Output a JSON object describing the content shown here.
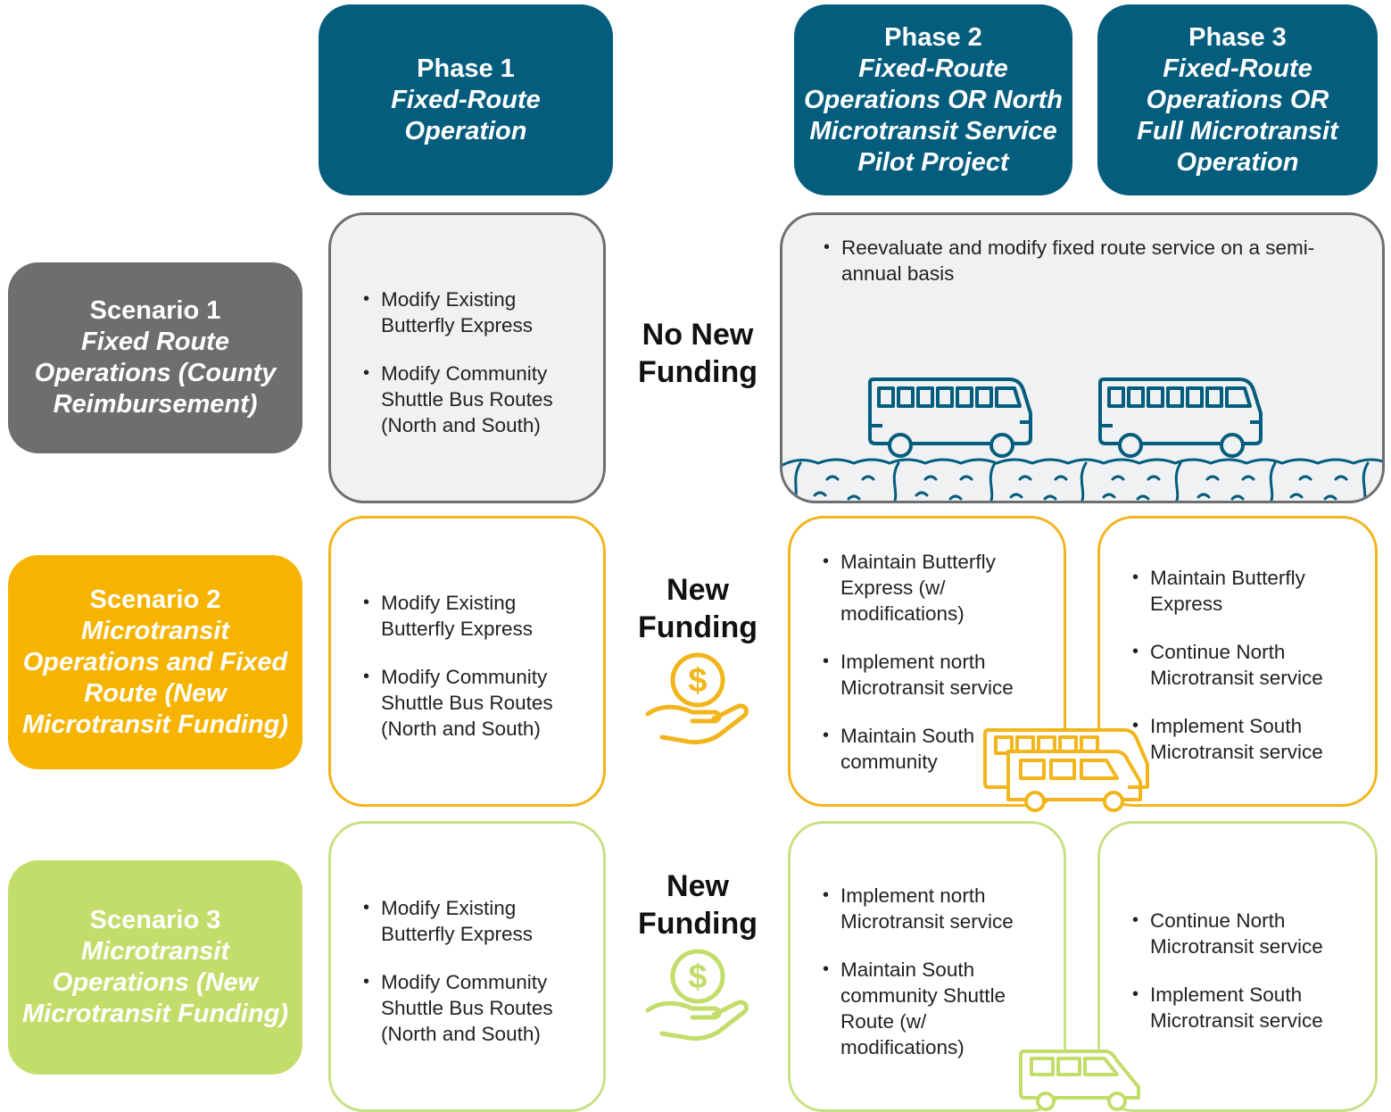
{
  "phases": [
    {
      "title": "Phase 1",
      "subtitle": "Fixed-Route Operation"
    },
    {
      "title": "Phase 2",
      "subtitle": "Fixed-Route Operations OR North Microtransit Service Pilot Project"
    },
    {
      "title": "Phase 3",
      "subtitle": "Fixed-Route Operations OR Full Microtransit Operation"
    }
  ],
  "scenarios": [
    {
      "title": "Scenario 1",
      "subtitle": "Fixed Route Operations (County Reimbursement)",
      "color": "#6d6e70"
    },
    {
      "title": "Scenario 2",
      "subtitle": "Microtransit Operations and Fixed Route (New Microtransit Funding)",
      "color": "#f6b300"
    },
    {
      "title": "Scenario 3",
      "subtitle": "Microtransit Operations (New Microtransit Funding)",
      "color": "#c3dd6b"
    }
  ],
  "funding": [
    "No New Funding",
    "New Funding",
    "New Funding"
  ],
  "phase1_items": [
    "Modify Existing Butterfly Express",
    "Modify Community Shuttle Bus Routes (North and South)"
  ],
  "scenario1_phase23_items": [
    "Reevaluate and modify fixed route service on a semi-annual basis"
  ],
  "scenario2_phase2_items": [
    "Maintain Butterfly Express (w/ modifications)",
    "Implement north Microtransit service",
    "Maintain South community"
  ],
  "scenario2_phase3_items": [
    "Maintain Butterfly Express",
    "Continue North Microtransit service",
    "Implement South Microtransit service"
  ],
  "scenario3_phase2_items": [
    "Implement north Microtransit service",
    "Maintain South community Shuttle Route (w/ modifications)"
  ],
  "scenario3_phase3_items": [
    "Continue North Microtransit service",
    "Implement South Microtransit service"
  ],
  "colors": {
    "header": "#045d7d",
    "gray": "#6d6e70",
    "orange": "#f2b51c",
    "green": "#c3dd6b"
  },
  "icons": [
    "bus-icon",
    "shrub-icon",
    "money-hand-icon",
    "van-icon"
  ]
}
